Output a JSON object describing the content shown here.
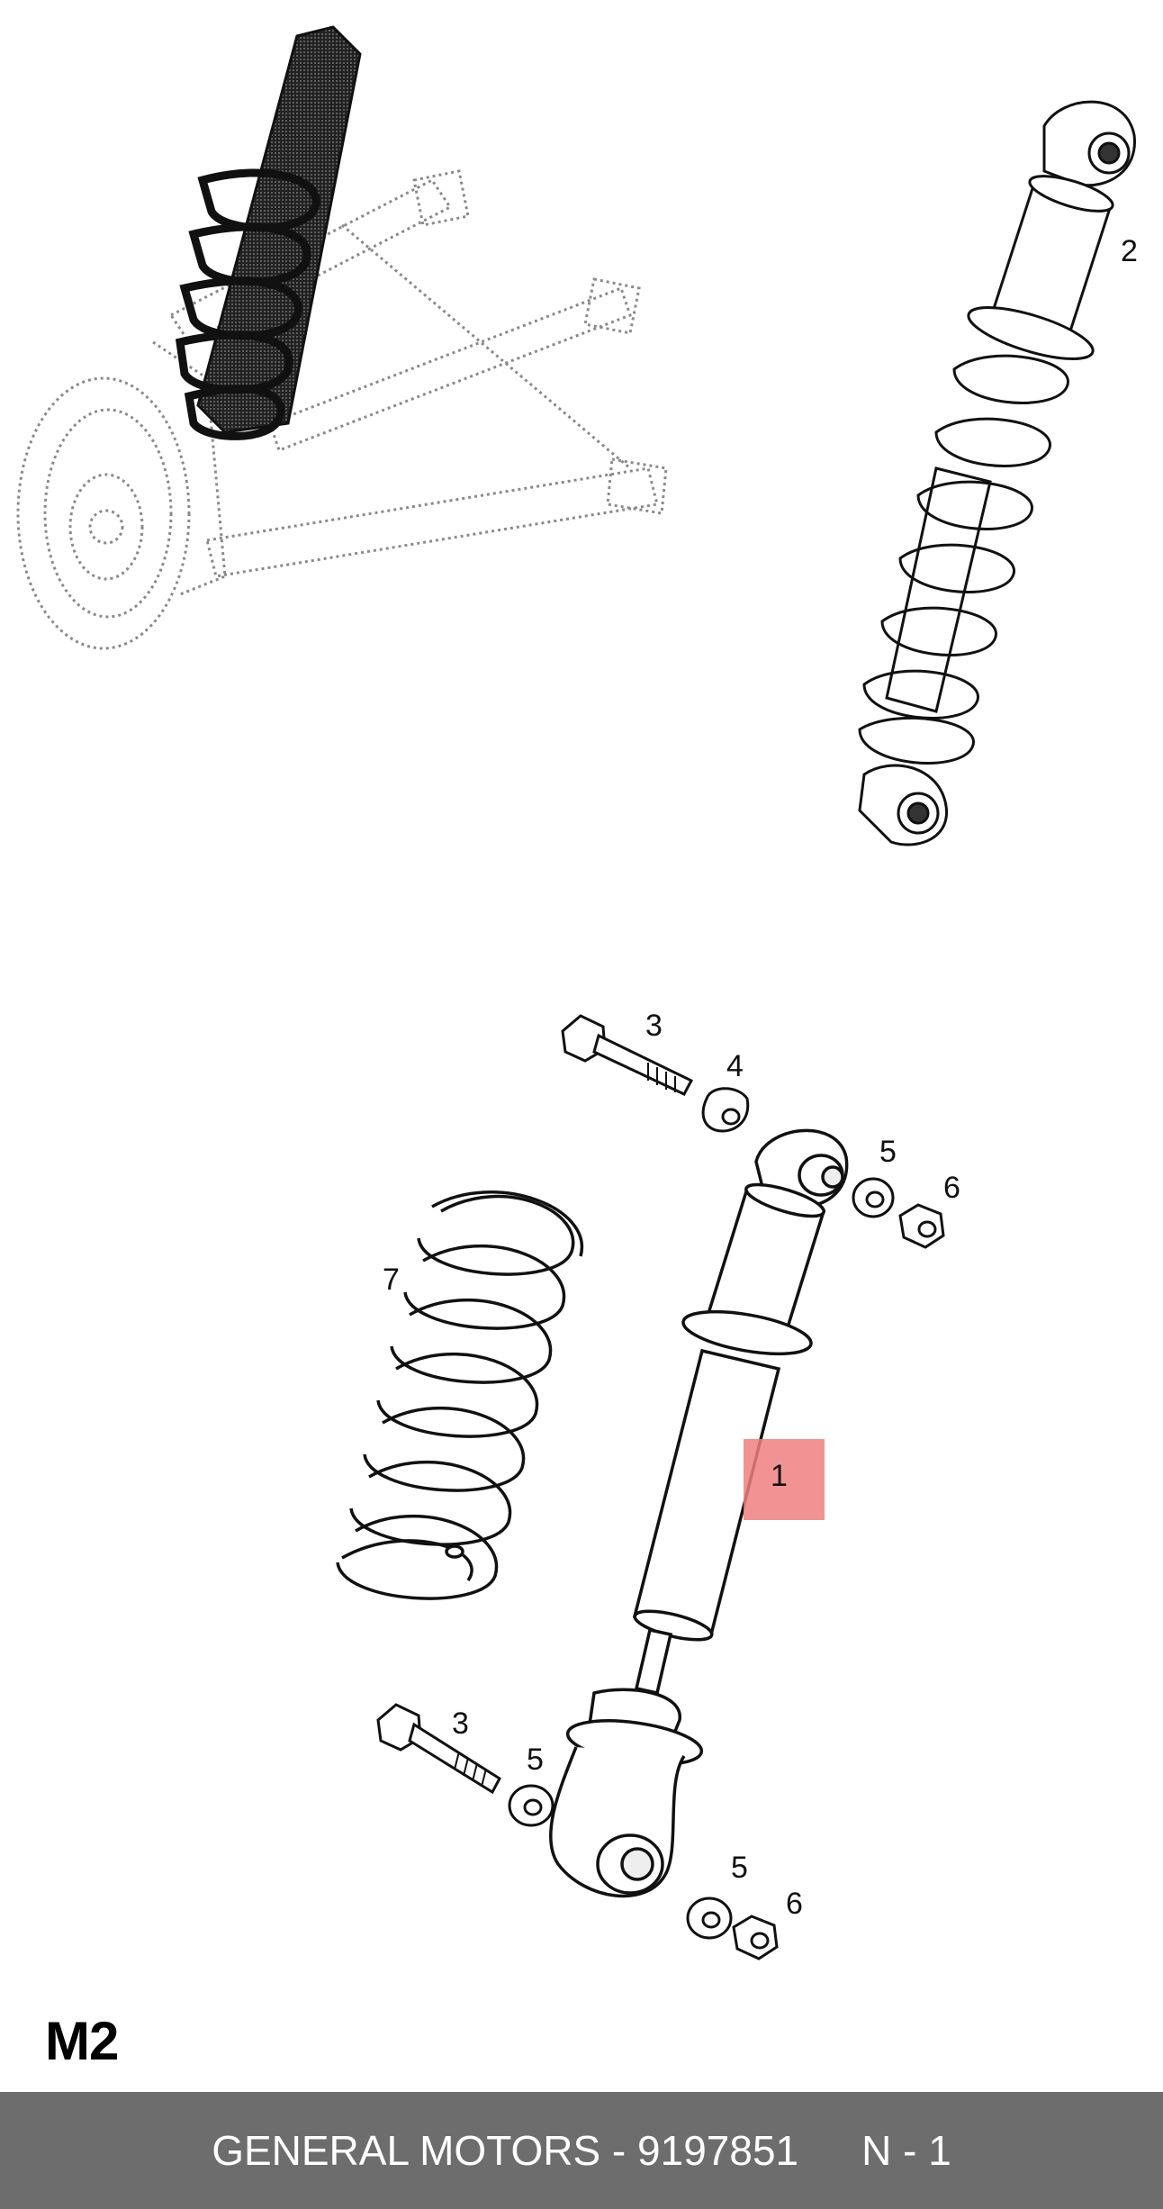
{
  "diagram": {
    "callouts": {
      "top_assembly": "2",
      "bolt_upper": "3",
      "washer_upper": "4",
      "washer_right_upper": "5",
      "nut_right_upper": "6",
      "spring": "7",
      "shock_absorber": "1",
      "bolt_lower": "3",
      "washer_lower_left": "5",
      "washer_lower_right": "5",
      "nut_lower_right": "6"
    },
    "highlight_color": "#f08080",
    "line_color": "#111111"
  },
  "section_code": "M2",
  "footer": {
    "brand_part": "GENERAL MOTORS - 9197851",
    "ref": "N - 1",
    "bg_color": "#6d6d6d"
  }
}
